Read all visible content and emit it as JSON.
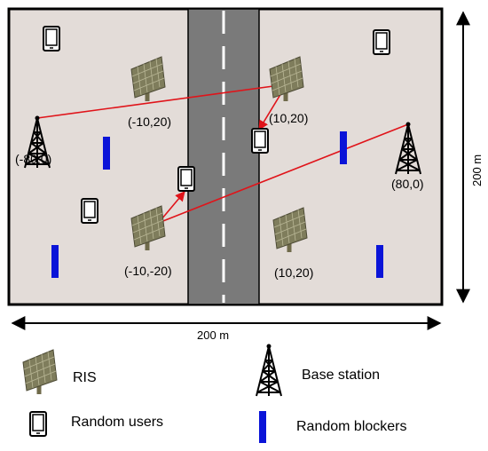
{
  "scene": {
    "coordinate_labels": {
      "ris_top_left": "(-10,20)",
      "ris_top_right": "(10,20)",
      "ris_bottom_left": "(-10,-20)",
      "ris_bottom_right": "(10,20)",
      "bs_left": "(-80,0)",
      "bs_right": "(80,0)"
    },
    "dimension_width": "200 m",
    "dimension_height": "200 m",
    "colors": {
      "ground": "#e3dcd8",
      "road": "#7a7a7a",
      "signal": "#e0141a",
      "blocker": "#0a14d8"
    }
  },
  "legend": {
    "ris_label": "RIS",
    "base_station_label": "Base station",
    "users_label": "Random users",
    "blockers_label": "Random blockers"
  },
  "icons": [
    "ris-panel-icon",
    "base-station-tower-icon",
    "user-phone-icon",
    "blocker-bar-icon"
  ]
}
